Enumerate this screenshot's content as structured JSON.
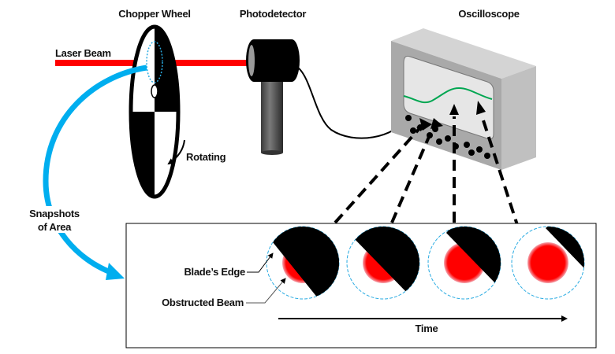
{
  "labels": {
    "chopper_wheel": "Chopper Wheel",
    "photodetector": "Photodetector",
    "oscilloscope": "Oscilloscope",
    "laser_beam": "Laser Beam",
    "rotating": "Rotating",
    "snapshots_line1": "Snapshots",
    "snapshots_line2": "of Area",
    "blades_edge": "Blade’s Edge",
    "obstructed_beam": "Obstructed Beam",
    "time": "Time"
  },
  "colors": {
    "laser": "#ff0000",
    "snapshot_arrow": "#00aeef",
    "trace": "#00a651",
    "blade": "#000000",
    "beam_glow": "#f4a6b0",
    "dashed_circle": "#29abe2",
    "scope_front": "#a6a6a6",
    "scope_top": "#d0d0d0",
    "scope_side": "#bdbdbd",
    "scope_screen": "#e6e6e6"
  },
  "snapshots": [
    {
      "name": "snapshot-1",
      "blade_coverage": "mostly-obstructed"
    },
    {
      "name": "snapshot-2",
      "blade_coverage": "half-obstructed"
    },
    {
      "name": "snapshot-3",
      "blade_coverage": "partially-obstructed"
    },
    {
      "name": "snapshot-4",
      "blade_coverage": "unobstructed"
    }
  ]
}
